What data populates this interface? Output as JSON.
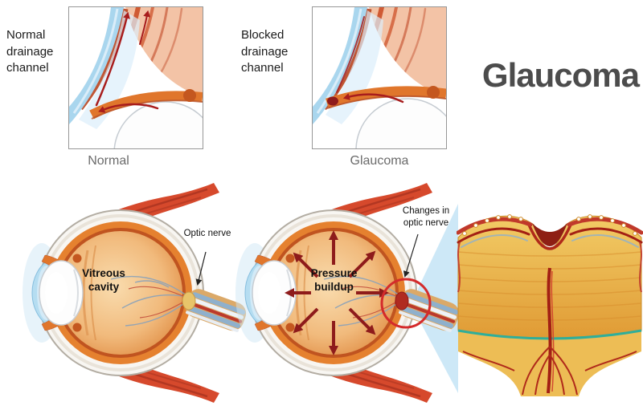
{
  "title": "Glaucoma",
  "insets": {
    "normal": {
      "caption": "Normal drainage channel",
      "label": "Normal"
    },
    "blocked": {
      "caption": "Blocked drainage channel",
      "label": "Glaucoma"
    }
  },
  "normal_eye": {
    "cavity_label": "Vitreous cavity",
    "nerve_label": "Optic nerve"
  },
  "glaucoma_eye": {
    "pressure_label": "Pressure buildup",
    "changes_label": "Changes in optic nerve"
  },
  "colors": {
    "title_text": "#4c4c4c",
    "sub_label_text": "#6b6b6b",
    "pressure_arrows": "#8e1b1b",
    "highlight_circle": "#d42b2b",
    "cone_fill": "#c9e6f6",
    "cornea_blue": "#a9d6ee",
    "tissue_orange": "#e5812f"
  }
}
